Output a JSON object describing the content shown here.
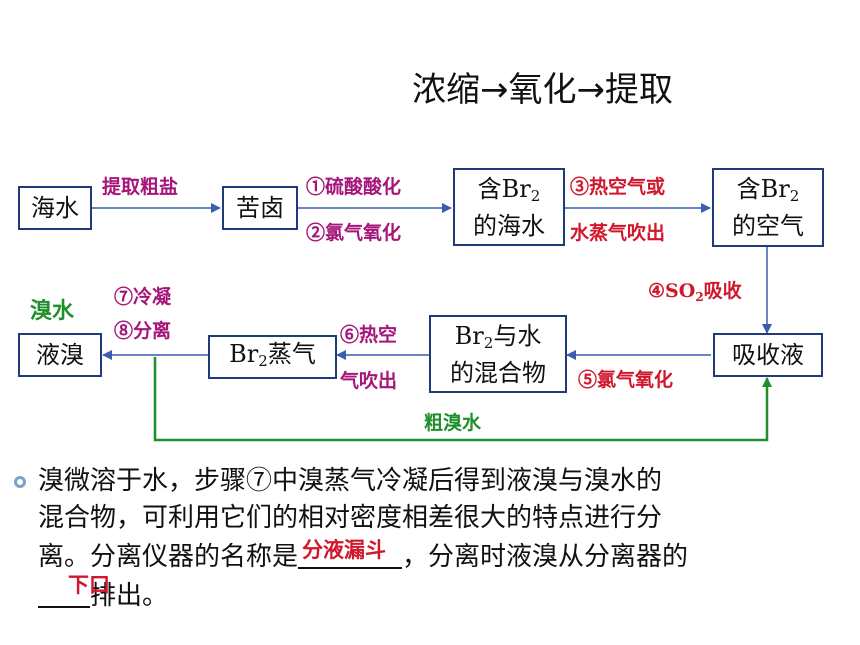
{
  "title": "浓缩→氧化→提取",
  "nodes": {
    "seawater": "海水",
    "bittern": "苦卤",
    "br2_seawater_1": "含Br",
    "br2_seawater_sub": "2",
    "br2_seawater_2": "的海水",
    "br2_air_1": "含Br",
    "br2_air_sub": "2",
    "br2_air_2": "的空气",
    "absorb_liquid": "吸收液",
    "br2_water_1": "Br",
    "br2_water_sub": "2",
    "br2_water_1b": "与水",
    "br2_water_2": "的混合物",
    "br2_vapor": "Br",
    "br2_vapor_sub": "2",
    "br2_vapor_tail": "蒸气",
    "liquid_bromine": "液溴"
  },
  "labels": {
    "extract_salt": "提取粗盐",
    "step1": "①硫酸酸化",
    "step2": "②氯气氧化",
    "step3a": "③热空气或",
    "step3b": "水蒸气吹出",
    "step4": "④SO",
    "step4_sub": "2",
    "step4_tail": "吸收",
    "step5": "⑤氯气氧化",
    "step6a": "⑥热空",
    "step6b": "气吹出",
    "step7": "⑦冷凝",
    "step8": "⑧分离",
    "bromine_water": "溴水",
    "crude_bromine_water": "粗溴水"
  },
  "question": {
    "line1": "溴微溶于水，步骤⑦中溴蒸气冷凝后得到液溴与溴水的",
    "line2": "混合物，可利用它们的相对密度相差很大的特点进行分",
    "line3a": "离。分离仪器的名称是",
    "line3b": "，分离时液溴从分离器的",
    "line4": "排出。",
    "answer1": "分液漏斗",
    "answer2": "下口"
  },
  "colors": {
    "box_border": "#1f3b7a",
    "arrow": "#3a5db0",
    "magenta": "#a5157a",
    "red": "#d0172c",
    "green": "#1e8f2a"
  }
}
